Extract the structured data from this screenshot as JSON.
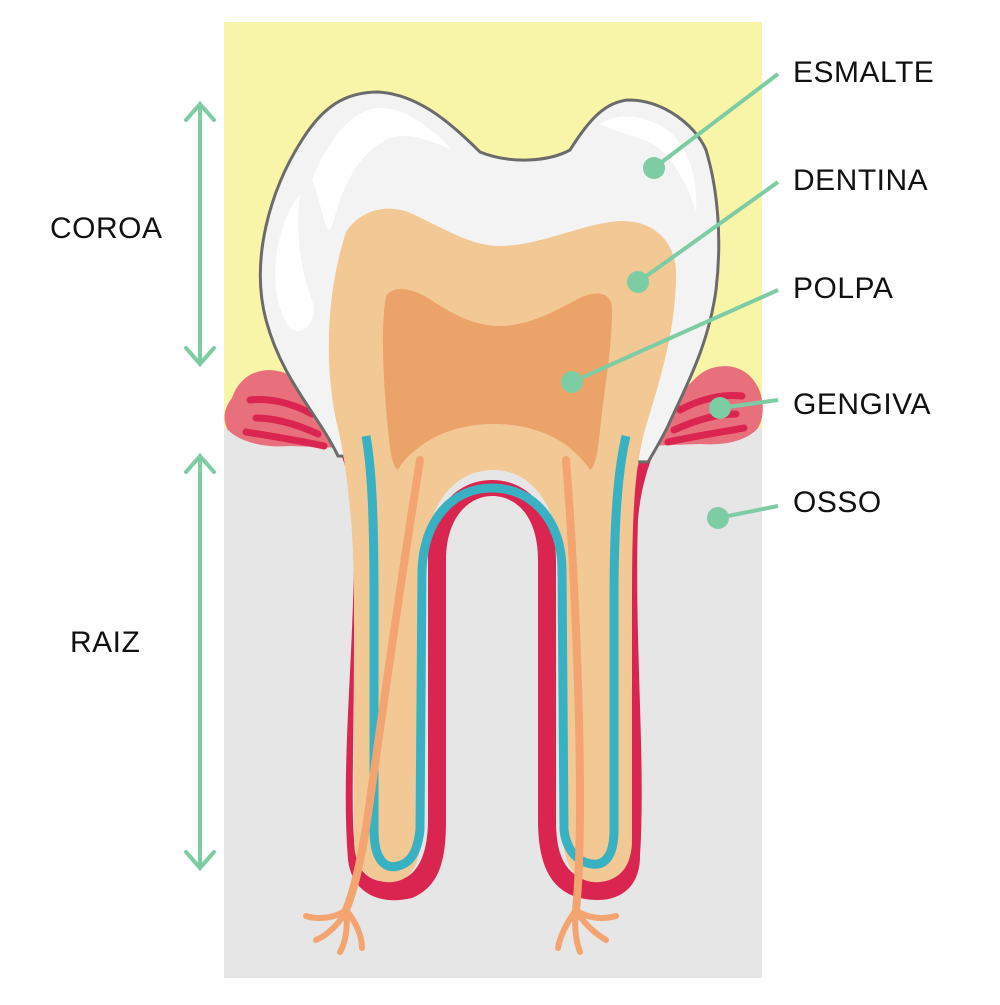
{
  "labels": {
    "coroa": "COROA",
    "raiz": "RAIZ",
    "esmalte": "ESMALTE",
    "dentina": "DENTINA",
    "polpa": "POLPA",
    "gengiva": "GENGIVA",
    "osso": "OSSO"
  },
  "colors": {
    "crown_background": "#f8f4a8",
    "bone": "#e6e6e6",
    "enamel": "#f3f3f3",
    "enamel_outline": "#6b6b6b",
    "dentin": "#f2c894",
    "pulp": "#eca36a",
    "gum": "#e8707c",
    "gum_red": "#d92550",
    "cementum_blue": "#38b2c2",
    "nerve": "#f3a470",
    "pointer_green": "#7dcca4"
  }
}
